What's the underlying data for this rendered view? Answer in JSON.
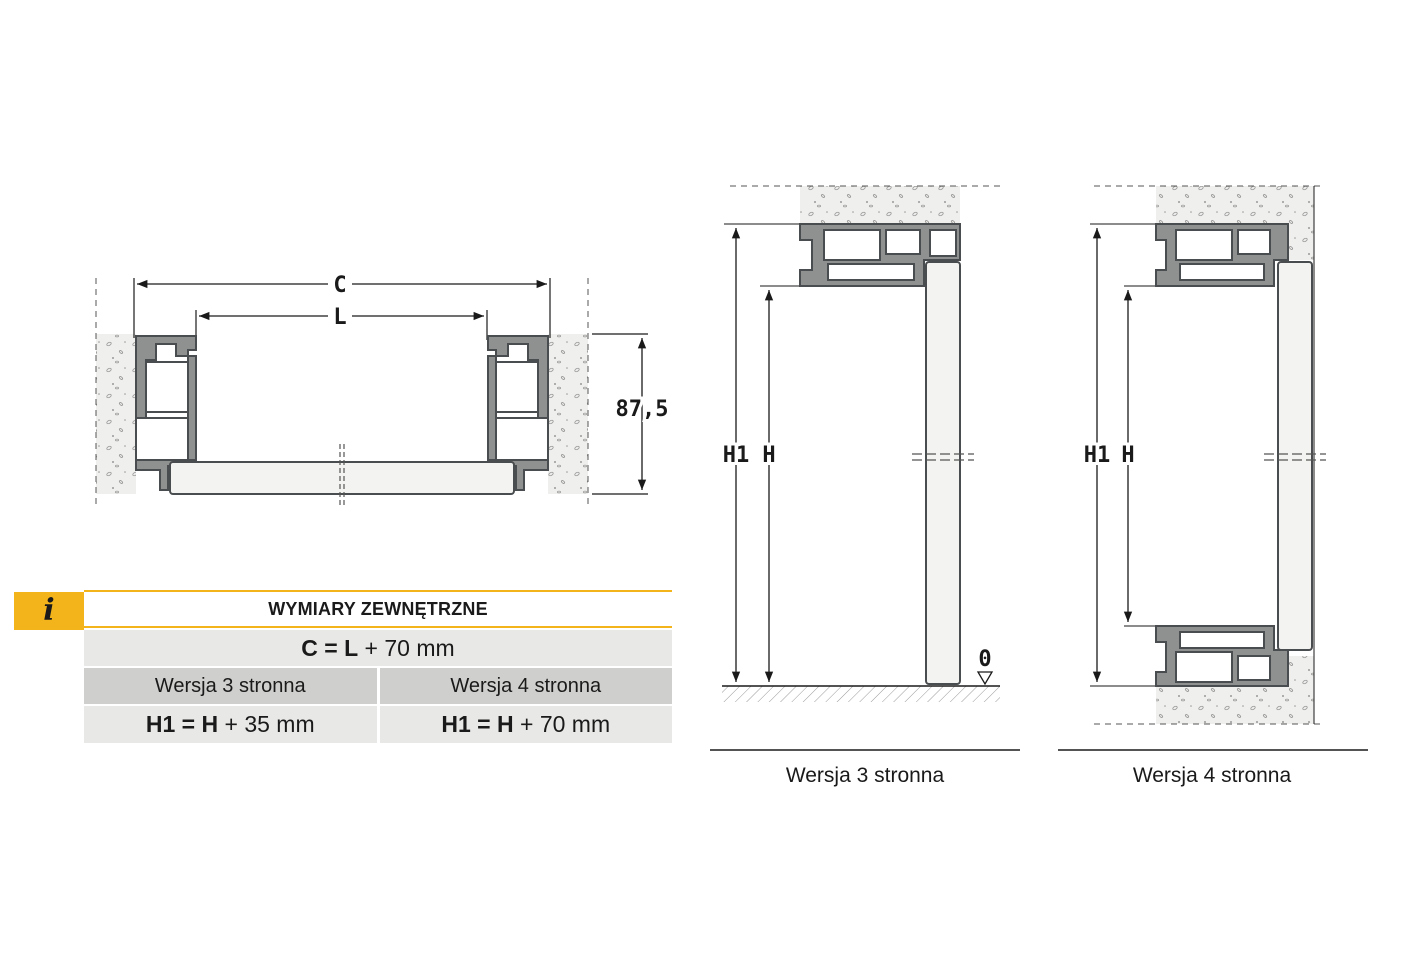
{
  "plan_view": {
    "dim_C": "C",
    "dim_L": "L",
    "dim_depth": "87,5"
  },
  "elevation_3": {
    "dim_H1": "H1",
    "dim_H": "H",
    "floor_mark": "0",
    "caption": "Wersja 3 stronna"
  },
  "elevation_4": {
    "dim_H1": "H1",
    "dim_H": "H",
    "caption": "Wersja 4 stronna"
  },
  "info_table": {
    "icon": "i",
    "header": "WYMIARY ZEWNĘTRZNE",
    "formula_c": {
      "lhs": "C = L",
      "rhs": " + 70 mm"
    },
    "version_3_label": "Wersja 3 stronna",
    "version_4_label": "Wersja 4 stronna",
    "formula_3": {
      "lhs": "H1 = H",
      "rhs": " + 35 mm"
    },
    "formula_4": {
      "lhs": "H1 = H",
      "rhs": " + 70 mm"
    }
  },
  "colors": {
    "accent": "#f2b31b",
    "profile": "#8f9191",
    "profile_dark": "#4a4d4f",
    "panel": "#f3f3f1",
    "concrete": "#eeeeec",
    "row_light": "#e8e8e6",
    "row_mid": "#cfcfcd"
  }
}
